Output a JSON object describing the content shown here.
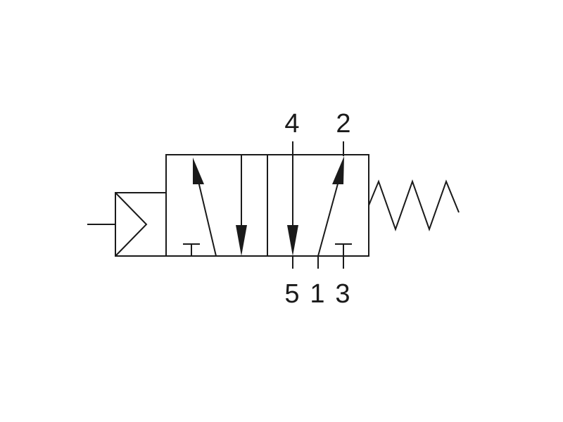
{
  "ports": {
    "top_left": "4",
    "top_right": "2",
    "bottom_left": "5",
    "bottom_mid": "1",
    "bottom_right": "3"
  },
  "colors": {
    "line": "#1a1a1a",
    "background": "#ffffff"
  }
}
